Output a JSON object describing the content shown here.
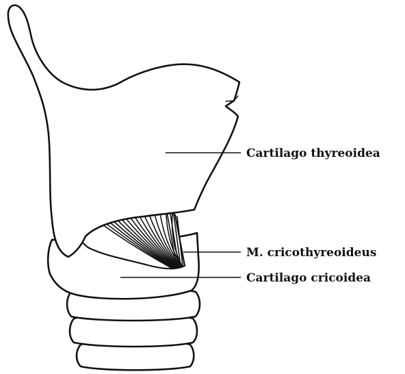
{
  "figure": {
    "labels": {
      "thyroid": "Cartilago thyreoidea",
      "cricothyroid_muscle": "M. cricothyreoideus",
      "cricoid": "Cartilago cricoidea"
    }
  },
  "colors": {
    "ink": "#111111",
    "background": "#ffffff"
  }
}
